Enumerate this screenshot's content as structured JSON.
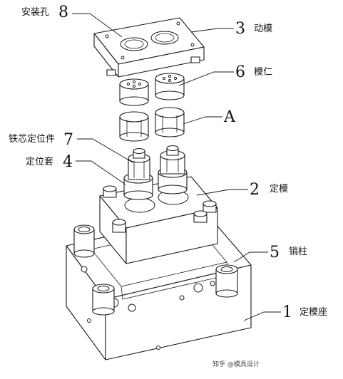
{
  "labels": {
    "l8": {
      "num": "8",
      "text": "安装孔"
    },
    "l3": {
      "num": "3",
      "text": "动模"
    },
    "l6": {
      "num": "6",
      "text": "模仁"
    },
    "lA": {
      "num": "A",
      "text": ""
    },
    "l7": {
      "num": "7",
      "text": "铁芯定位件"
    },
    "l4": {
      "num": "4",
      "text": "定位套"
    },
    "l2": {
      "num": "2",
      "text": "定模"
    },
    "l5": {
      "num": "5",
      "text": "销柱"
    },
    "l1": {
      "num": "1",
      "text": "定模座"
    }
  },
  "watermark": "知乎 @模具设计"
}
